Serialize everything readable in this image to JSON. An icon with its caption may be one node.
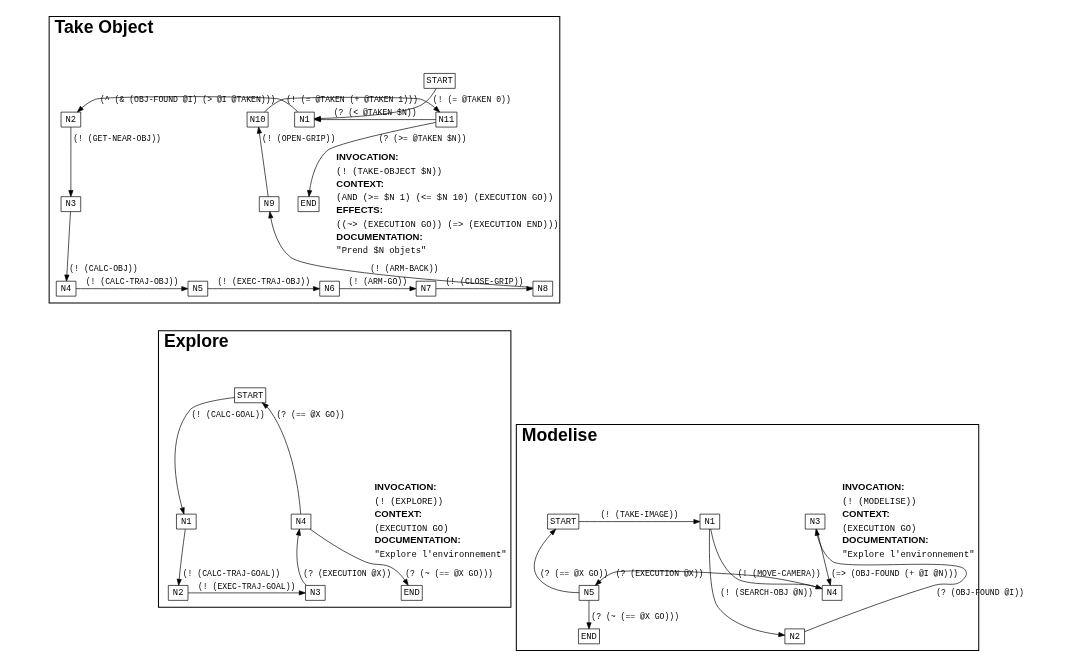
{
  "diagram": {
    "nodes": [
      {
        "text": [
          "Take Object",
          "INVOCATION:",
          "(! (TAKE-OBJECT $N))",
          "CONTEXT:",
          "(AND (>= $N 1) (<= $N 10) (EXECUTION GO))",
          "EFFECTS:",
          "((~> (EXECUTION GO)) (=> (EXECUTION END)))",
          "DOCUMENTATION:",
          "\"Prend $N objets\""
        ]
      },
      {
        "text": [
          "START"
        ],
        "in": 0
      },
      {
        "text": [
          "N1"
        ],
        "in": 0
      },
      {
        "text": [
          "N2"
        ],
        "in": 0
      },
      {
        "text": [
          "N3"
        ],
        "in": 0
      },
      {
        "text": [
          "N4"
        ],
        "in": 0
      },
      {
        "text": [
          "N5"
        ],
        "in": 0
      },
      {
        "text": [
          "N6"
        ],
        "in": 0
      },
      {
        "text": [
          "N7"
        ],
        "in": 0
      },
      {
        "text": [
          "N8"
        ],
        "in": 0
      },
      {
        "text": [
          "N9"
        ],
        "in": 0
      },
      {
        "text": [
          "N10"
        ],
        "in": 0
      },
      {
        "text": [
          "N11"
        ],
        "in": 0
      },
      {
        "text": [
          "END"
        ],
        "in": 0
      },
      {
        "text": [
          "Explore",
          "INVOCATION:",
          "(! (EXPLORE))",
          "CONTEXT:",
          "(EXECUTION GO)",
          "DOCUMENTATION:",
          "\"Explore l'environnement\""
        ]
      },
      {
        "text": [
          "START"
        ],
        "in": 14
      },
      {
        "text": [
          "N1"
        ],
        "in": 14
      },
      {
        "text": [
          "N2"
        ],
        "in": 14
      },
      {
        "text": [
          "N3"
        ],
        "in": 14
      },
      {
        "text": [
          "N4"
        ],
        "in": 14
      },
      {
        "text": [
          "END"
        ],
        "in": 14
      },
      {
        "text": [
          "Modelise",
          "INVOCATION:",
          "(! (MODELISE))",
          "CONTEXT:",
          "(EXECUTION GO)",
          "DOCUMENTATION:",
          "\"Explore l'environnement\""
        ]
      },
      {
        "text": [
          "N1"
        ],
        "in": 21
      },
      {
        "text": [
          "START"
        ],
        "in": 21
      },
      {
        "text": [
          "N2"
        ],
        "in": 21
      },
      {
        "text": [
          "END"
        ],
        "in": 21
      },
      {
        "text": [
          "N3"
        ],
        "in": 21
      },
      {
        "text": [
          "N4"
        ],
        "in": 21
      },
      {
        "text": [
          "N5"
        ],
        "in": 21
      }
    ],
    "edges": [
      {
        "from": 1,
        "to": 2,
        "arrow": "to",
        "label": "(! (= @TAKEN 0))"
      },
      {
        "from": 2,
        "to": 3,
        "arrow": "to",
        "label": "(^ (& (OBJ-FOUND @I) (> @I @TAKEN)))"
      },
      {
        "from": 3,
        "to": 4,
        "arrow": "to",
        "label": "(! (GET-NEAR-OBJ))"
      },
      {
        "from": 4,
        "to": 5,
        "arrow": "to",
        "label": "(! (CALC-OBJ))"
      },
      {
        "from": 5,
        "to": 6,
        "arrow": "to",
        "label": "(! (CALC-TRAJ-OBJ))"
      },
      {
        "from": 6,
        "to": 7,
        "arrow": "to",
        "label": "(! (EXEC-TRAJ-OBJ))"
      },
      {
        "from": 7,
        "to": 8,
        "arrow": "to",
        "label": "(! (ARM-GO))"
      },
      {
        "from": 8,
        "to": 9,
        "arrow": "to",
        "label": "(! (CLOSE-GRIP))"
      },
      {
        "from": 9,
        "to": 10,
        "arrow": "to",
        "label": "(! (ARM-BACK))"
      },
      {
        "from": 10,
        "to": 11,
        "arrow": "to",
        "label": "(! (OPEN-GRIP))"
      },
      {
        "from": 11,
        "to": 12,
        "arrow": "to",
        "label": "(! (= @TAKEN (+ @TAKEN 1)))"
      },
      {
        "from": 12,
        "to": 2,
        "arrow": "to",
        "label": "(? (< @TAKEN $N))"
      },
      {
        "from": 12,
        "to": 13,
        "arrow": "to",
        "label": "(? (>= @TAKEN $N))"
      },
      {
        "from": 15,
        "to": 16,
        "arrow": "to",
        "label": "(! (CALC-GOAL))"
      },
      {
        "from": 16,
        "to": 17,
        "arrow": "to",
        "label": "(! (CALC-TRAJ-GOAL))"
      },
      {
        "from": 17,
        "to": 18,
        "arrow": "to",
        "label": "(! (EXEC-TRAJ-GOAL))"
      },
      {
        "from": 18,
        "to": 19,
        "arrow": "to",
        "label": "(? (EXECUTION @X))"
      },
      {
        "from": 19,
        "to": 15,
        "arrow": "to",
        "label": "(? (== @X GO))"
      },
      {
        "from": 19,
        "to": 20,
        "arrow": "to",
        "label": "(? (~ (== @X GO)))"
      },
      {
        "from": 23,
        "to": 22,
        "arrow": "to",
        "label": "(! (TAKE-IMAGE))"
      },
      {
        "from": 22,
        "to": 24,
        "arrow": "to",
        "label": "(! (SEARCH-OBJ @N))"
      },
      {
        "from": 24,
        "to": 26,
        "arrow": "to",
        "label": "(? (OBJ-FOUND @I))"
      },
      {
        "from": 26,
        "to": 27,
        "arrow": "to",
        "label": "(=> (OBJ-FOUND (+ @I @N)))"
      },
      {
        "from": 22,
        "to": 27,
        "arrow": "to",
        "label": "(! (MOVE-CAMERA))"
      },
      {
        "from": 27,
        "to": 28,
        "arrow": "to",
        "label": "(? (EXECUTION @X))"
      },
      {
        "from": 28,
        "to": 23,
        "arrow": "to",
        "label": "(? (== @X GO))"
      },
      {
        "from": 28,
        "to": 25,
        "arrow": "to",
        "label": "(? (~ (== @X GO)))"
      }
    ]
  }
}
